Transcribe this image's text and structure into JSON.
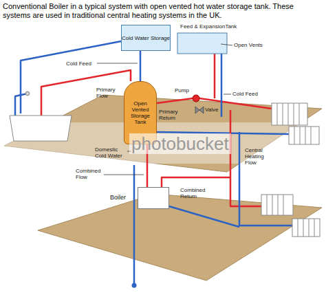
{
  "diagram": {
    "title": "Conventional Boiler in a typical system with open vented hot water storage tank. These systems are used in traditional central heating systems in the UK.",
    "nodes": [
      {
        "text": [
          "Cold Water Storage"
        ]
      },
      {
        "text": [
          "Open Vented Storage Tank"
        ]
      },
      {
        "text": [
          "Boiler"
        ]
      }
    ],
    "edges": [
      {
        "from": 0,
        "to": 1,
        "arrow": "none"
      },
      {
        "from": 2,
        "to": 1,
        "arrow": "none"
      }
    ],
    "labels": [
      "Feed & ExpansionTank",
      "Open Vents",
      "Cold Feed",
      "Cold Feed",
      "Pump",
      "Valve",
      "Primary Flow",
      "Primary Return",
      "Domestic Cold Water",
      "Central Heating Flow",
      "Combined Flow",
      "Combined Return",
      "photobucket"
    ]
  }
}
